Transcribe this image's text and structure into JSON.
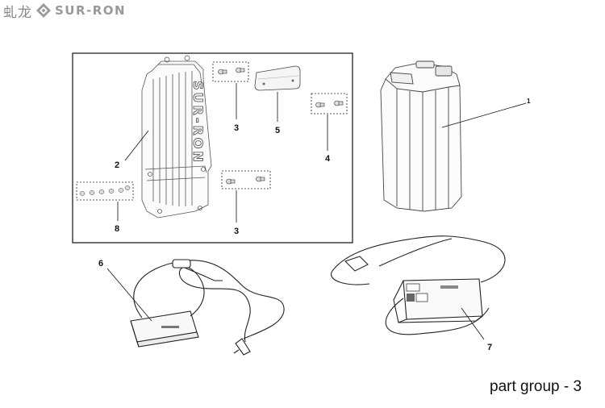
{
  "brand": {
    "chinese_name": "虬龙",
    "english_name": "SUR-RON",
    "housing_lettering": "SUR-RON"
  },
  "callouts": [
    "1",
    "2",
    "3",
    "3",
    "4",
    "5",
    "6",
    "7",
    "8"
  ],
  "footer": "part group - 3"
}
